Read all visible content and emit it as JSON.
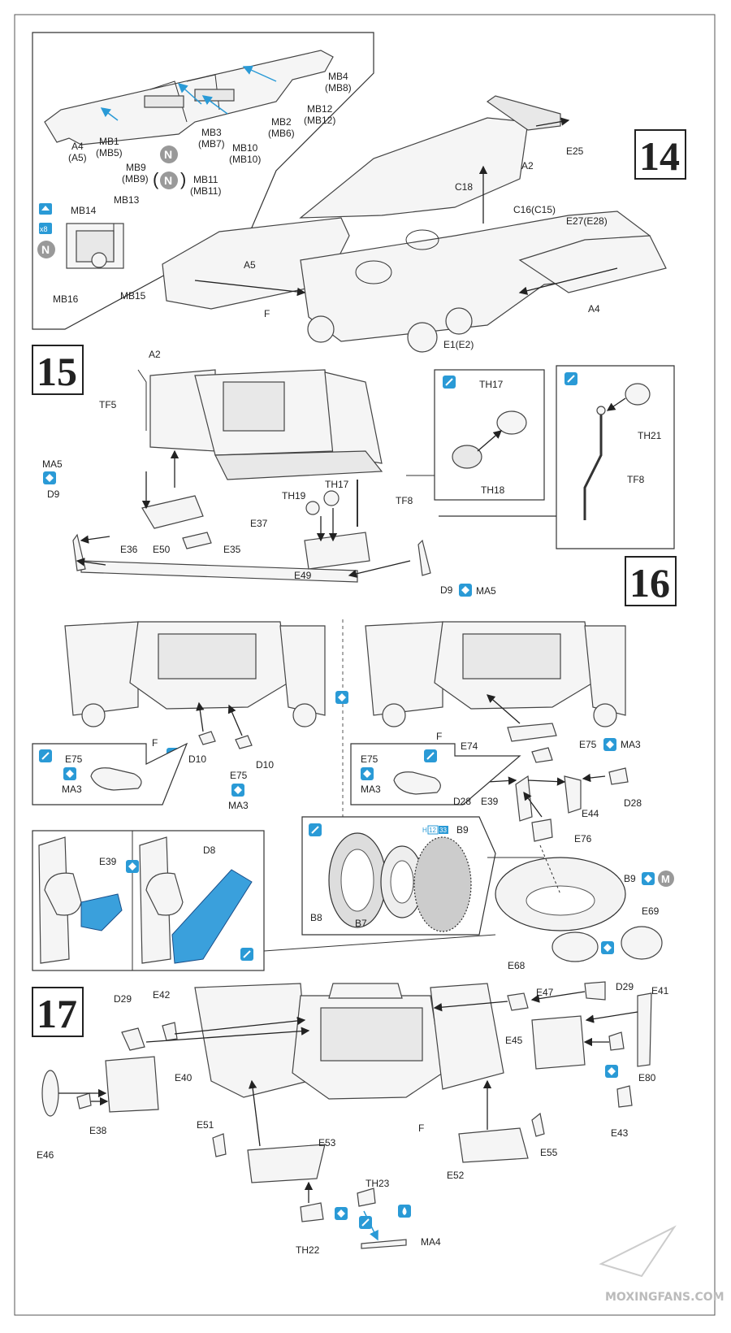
{
  "steps": {
    "s14": "14",
    "s15": "15",
    "s16": "16",
    "s17": "17"
  },
  "labels": {
    "A4_A5": "A4",
    "A4_A5b": "(A5)",
    "MB1": "MB1",
    "MB5": "(MB5)",
    "MB9": "MB9",
    "MB9b": "(MB9)",
    "MB11": "MB11",
    "MB11b": "(MB11)",
    "MB3": "MB3",
    "MB7": "(MB7)",
    "MB10": "MB10",
    "MB10b": "(MB10)",
    "MB2": "MB2",
    "MB6": "(MB6)",
    "MB12": "MB12",
    "MB12b": "(MB12)",
    "MB4": "MB4",
    "MB8": "(MB8)",
    "MB13": "MB13",
    "MB14": "MB14",
    "MB15": "MB15",
    "MB16": "MB16",
    "A5": "A5",
    "C18": "C18",
    "C16": "C16(C15)",
    "E27": "E27(E28)",
    "A2": "A2",
    "E25": "E25",
    "A4": "A4",
    "F14": "F",
    "E1": "E1(E2)",
    "A2_15": "A2",
    "TF5": "TF5",
    "MA5a": "MA5",
    "D9a": "D9",
    "E36": "E36",
    "E50": "E50",
    "E35": "E35",
    "E37": "E37",
    "TH19": "TH19",
    "TH17": "TH17",
    "TF8": "TF8",
    "E49": "E49",
    "D9b": "D9",
    "MA5b": "MA5",
    "TH17b": "TH17",
    "TH18": "TH18",
    "TH21": "TH21",
    "TF8b": "TF8",
    "F16a": "F",
    "D10a": "D10",
    "D10b": "D10",
    "E75a": "E75",
    "MA3a": "MA3",
    "E75b": "E75",
    "MA3b": "MA3",
    "F16b": "F",
    "E74": "E74",
    "E75c": "E75",
    "MA3c": "MA3",
    "E75d": "E75",
    "MA3d": "MA3",
    "D28a": "D28",
    "E39": "E39",
    "E44": "E44",
    "D28b": "D28",
    "E76": "E76",
    "B9": "B9",
    "B8": "B8",
    "B7": "B7",
    "B9b": "B9",
    "E69": "E69",
    "E68": "E68",
    "E39b": "E39",
    "D8": "D8",
    "paint_h": "H",
    "paint_12": "12",
    "paint_33": "33",
    "D29a": "D29",
    "E42": "E42",
    "E40": "E40",
    "E46": "E46",
    "E38": "E38",
    "E51": "E51",
    "E53": "E53",
    "TH23": "TH23",
    "TH22": "TH22",
    "MA4": "MA4",
    "F17": "F",
    "E55": "E55",
    "E52": "E52",
    "E47": "E47",
    "D29b": "D29",
    "E41": "E41",
    "E45": "E45",
    "E80": "E80",
    "E43": "E43",
    "N1": "N",
    "N2": "N",
    "N3": "N",
    "x8": "x8",
    "M": "M"
  },
  "watermark": "MOXINGFANS.COM",
  "colors": {
    "accent_blue": "#2a9ad6",
    "gray_badge": "#999999",
    "line": "#222222"
  }
}
